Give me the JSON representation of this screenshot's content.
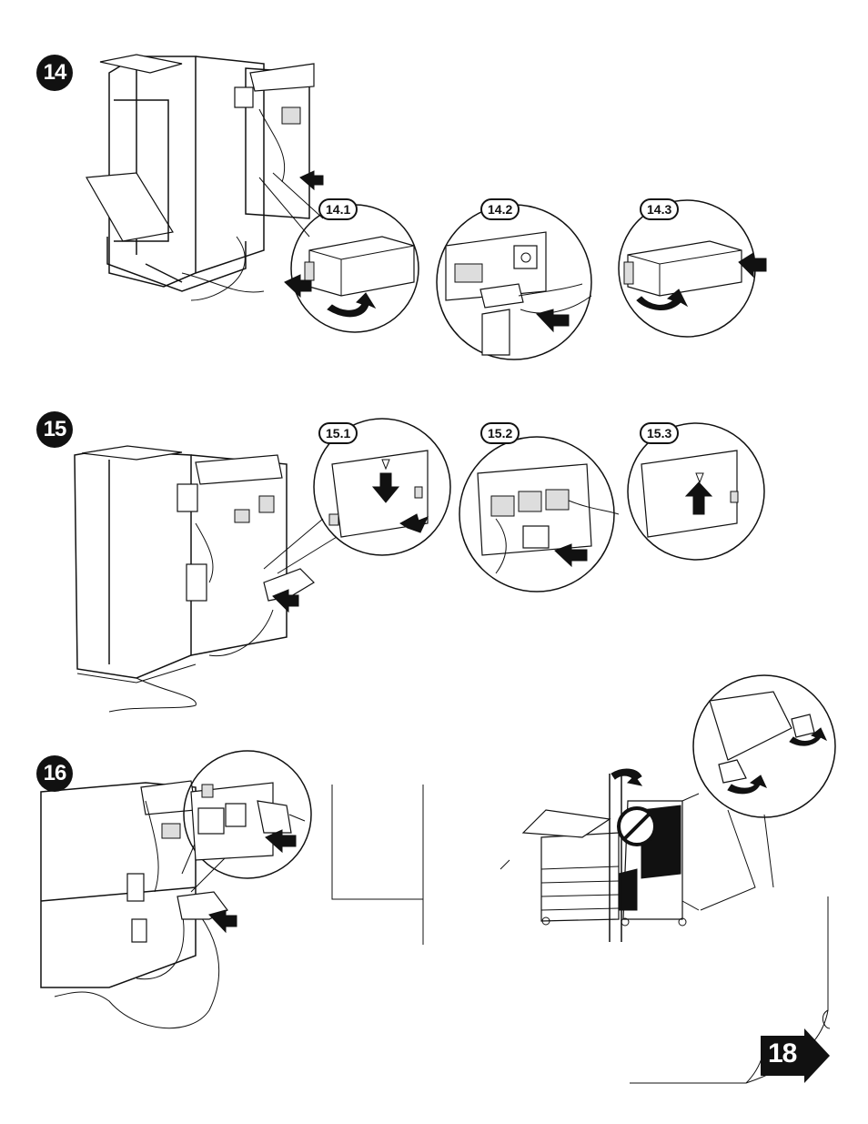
{
  "steps": [
    {
      "number": "14",
      "details": [
        "14.1",
        "14.2",
        "14.3"
      ]
    },
    {
      "number": "15",
      "details": [
        "15.1",
        "15.2",
        "15.3"
      ]
    },
    {
      "number": "16",
      "details": []
    }
  ],
  "next_page": "18",
  "icons": {
    "prohibited": "prohibited-icon",
    "push_arrow": "push-arrow-icon",
    "rotate_arrow": "rotate-arrow-icon",
    "page_corner": "page-curl-icon"
  }
}
